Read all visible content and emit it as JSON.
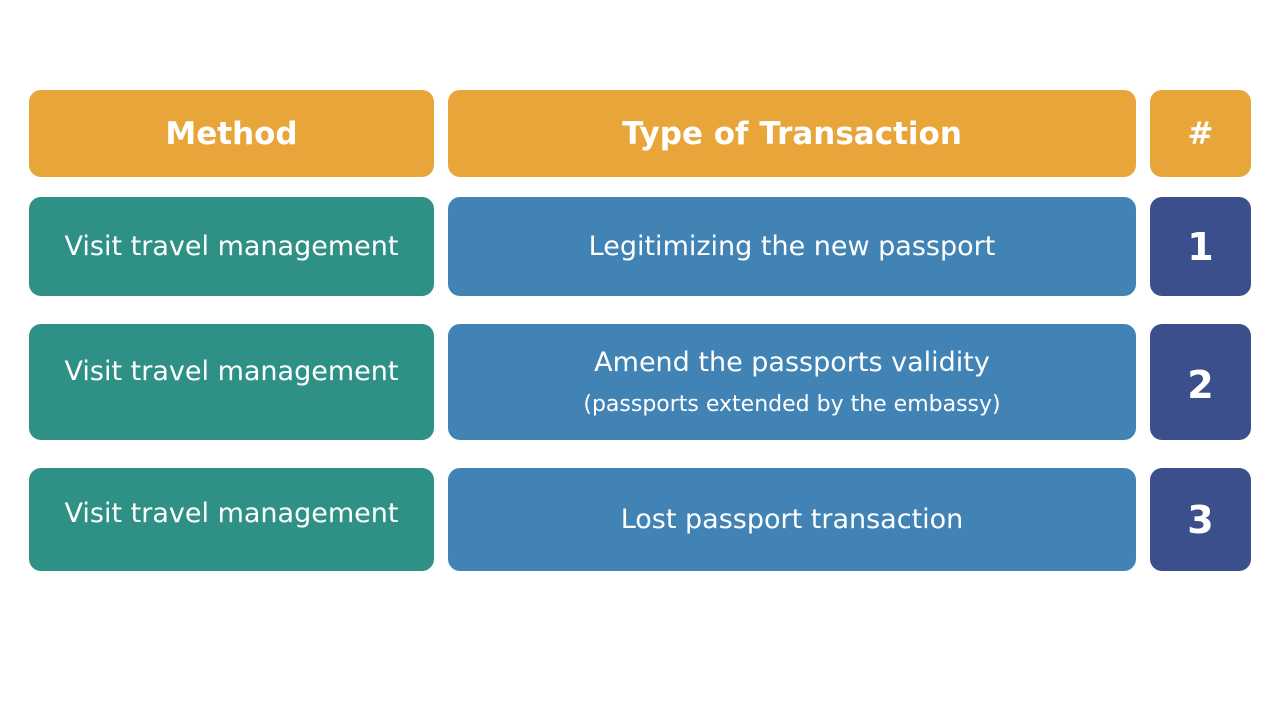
{
  "header": {
    "method": "Method",
    "type": "Type of Transaction",
    "number": "#"
  },
  "rows": [
    {
      "method": "Visit travel management",
      "type": "Legitimizing the new passport",
      "type_note": "",
      "number": "1"
    },
    {
      "method": "Visit travel management",
      "type": "Amend the passports validity",
      "type_note": "(passports extended by the embassy)",
      "number": "2"
    },
    {
      "method": "Visit travel management",
      "type": "Lost passport transaction",
      "type_note": "",
      "number": "3"
    }
  ],
  "colors": {
    "header": "#e8a53a",
    "method": "#2f9186",
    "type": "#4283b6",
    "number": "#3a4f8c"
  }
}
